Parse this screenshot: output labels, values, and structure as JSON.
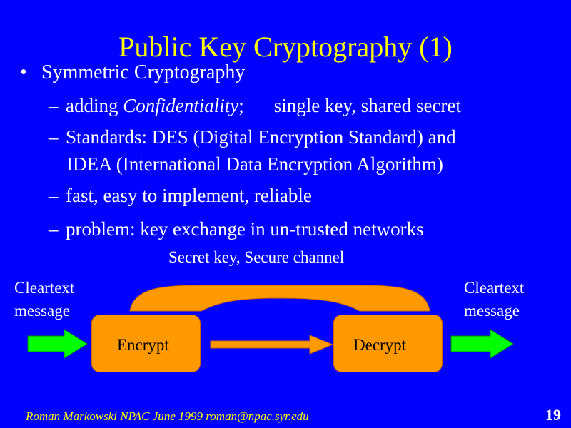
{
  "slide": {
    "title": "Public Key Cryptography (1)",
    "bullet_symbol": "•",
    "bullet": "Symmetric Cryptography",
    "sub_dash": "–",
    "sub1_prefix": "adding ",
    "sub1_emph": "Confidentiality",
    "sub1_sep": ";",
    "sub1_suffix": "single key, shared secret",
    "sub2_line1": "Standards: DES (Digital Encryption Standard) and",
    "sub2_line2": "IDEA (International Data Encryption Algorithm)",
    "sub3": "fast, easy to implement, reliable",
    "sub4": "problem: key exchange in un-trusted networks"
  },
  "diagram": {
    "channel_label": "Secret key, Secure channel",
    "left_message": "Cleartext message",
    "right_message": "Cleartext message",
    "encrypt_label": "Encrypt",
    "decrypt_label": "Decrypt"
  },
  "footer": {
    "text": "Roman Markowski  NPAC  June 1999 roman@npac.syr.edu",
    "page_number": "19"
  },
  "colors": {
    "background": "#0000ff",
    "title": "#ffff00",
    "box_fill": "#ff9900",
    "arrow_green": "#00ff00"
  }
}
